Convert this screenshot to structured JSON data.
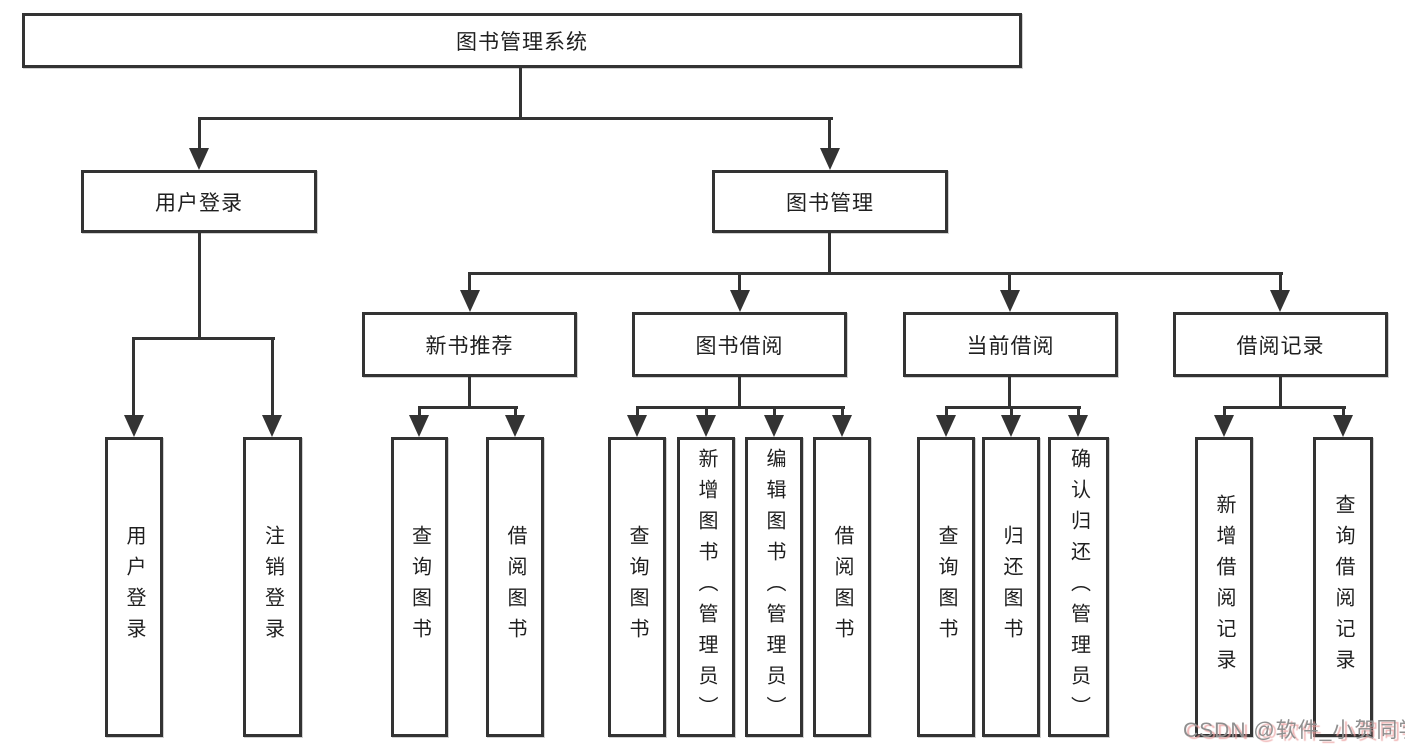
{
  "diagram": {
    "root": {
      "label": "图书管理系统"
    },
    "level2": [
      {
        "id": "user-login",
        "label": "用户登录"
      },
      {
        "id": "book-management",
        "label": "图书管理"
      }
    ],
    "level3": [
      {
        "id": "new-book-recommend",
        "parent": "图书管理",
        "label": "新书推荐"
      },
      {
        "id": "book-borrow",
        "parent": "图书管理",
        "label": "图书借阅"
      },
      {
        "id": "current-borrow",
        "parent": "图书管理",
        "label": "当前借阅"
      },
      {
        "id": "borrow-records",
        "parent": "图书管理",
        "label": "借阅记录"
      }
    ],
    "level4": [
      {
        "parent": "用户登录",
        "label": "用户登录"
      },
      {
        "parent": "用户登录",
        "label": "注销登录"
      },
      {
        "parent": "新书推荐",
        "label": "查询图书"
      },
      {
        "parent": "新书推荐",
        "label": "借阅图书"
      },
      {
        "parent": "图书借阅",
        "label": "查询图书"
      },
      {
        "parent": "图书借阅",
        "label": "新增图书（管理员）"
      },
      {
        "parent": "图书借阅",
        "label": "编辑图书（管理员）"
      },
      {
        "parent": "图书借阅",
        "label": "借阅图书"
      },
      {
        "parent": "当前借阅",
        "label": "查询图书"
      },
      {
        "parent": "当前借阅",
        "label": "归还图书"
      },
      {
        "parent": "当前借阅",
        "label": "确认归还（管理员）"
      },
      {
        "parent": "借阅记录",
        "label": "新增借阅记录"
      },
      {
        "parent": "借阅记录",
        "label": "查询借阅记录"
      }
    ]
  },
  "watermark": {
    "text": "CSDN @软件_小贺同学"
  },
  "colors": {
    "line": "#333333",
    "box_border": "#333333",
    "box_background": "#ffffff",
    "text": "#1f1f1f",
    "page_background": "#ffffff",
    "watermark_text": "#8f8f8f",
    "watermark_shadow": "#ebA0a0"
  }
}
